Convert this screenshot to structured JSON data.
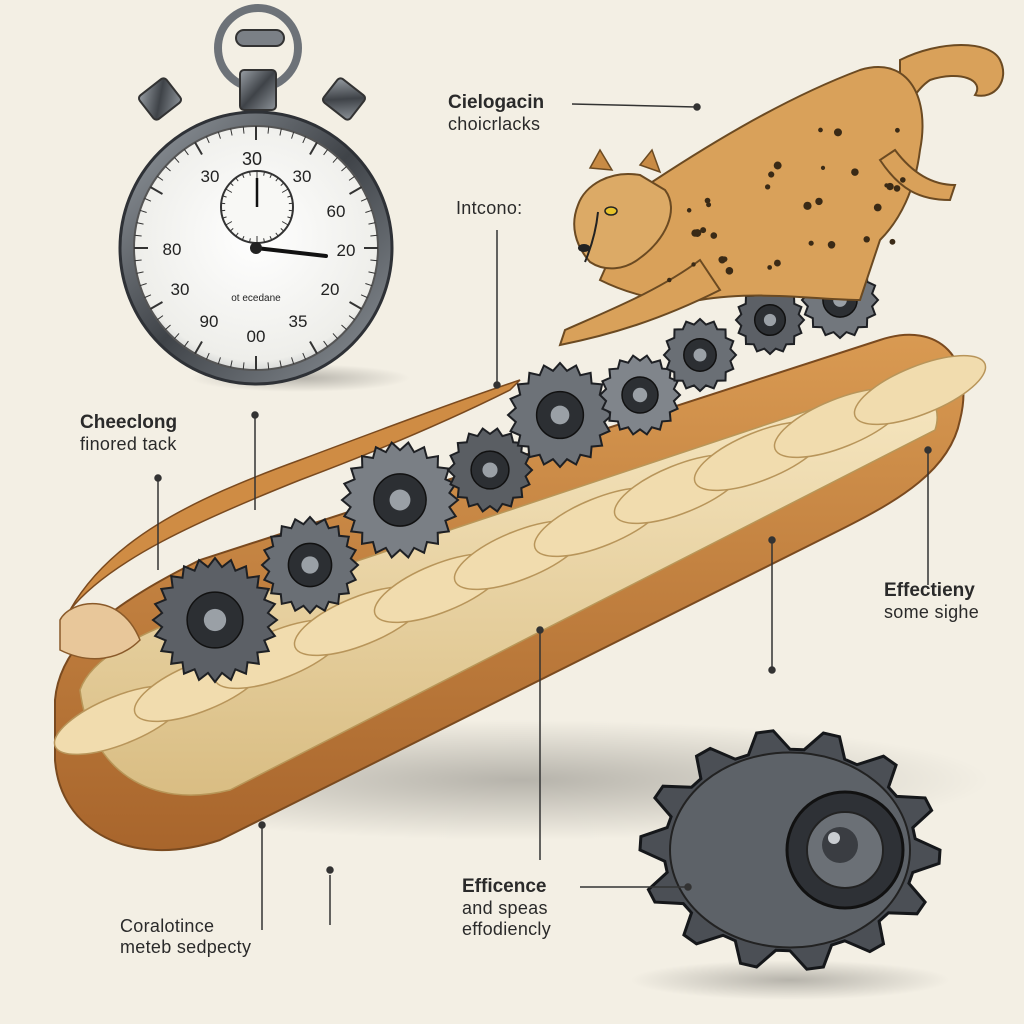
{
  "stopwatch": {
    "dial_numbers": [
      "30",
      "30",
      "30",
      "60",
      "80",
      "20",
      "30",
      "20",
      "90",
      "00",
      "35"
    ],
    "dial_caption": "ot ecedane"
  },
  "labels": {
    "top": {
      "line1": "Cielogacin",
      "line2": "choicrlacks"
    },
    "mid": {
      "line1": "Intcono:"
    },
    "left": {
      "line1": "Cheeclong",
      "line2": "finored tack"
    },
    "right": {
      "line1": "Effectieny",
      "line2": "some sighe"
    },
    "gear": {
      "line1": "Efficence",
      "line2": "and speas",
      "line3": "effodiencly"
    },
    "bottom": {
      "line1": "Coralotince",
      "line2": "meteb sedpecty"
    }
  },
  "colors": {
    "background": "#f3efe4",
    "pastry": "#c98a45",
    "cream": "#ecd7a8",
    "metal": "#5c6066",
    "cheetah": "#d9a15a"
  }
}
